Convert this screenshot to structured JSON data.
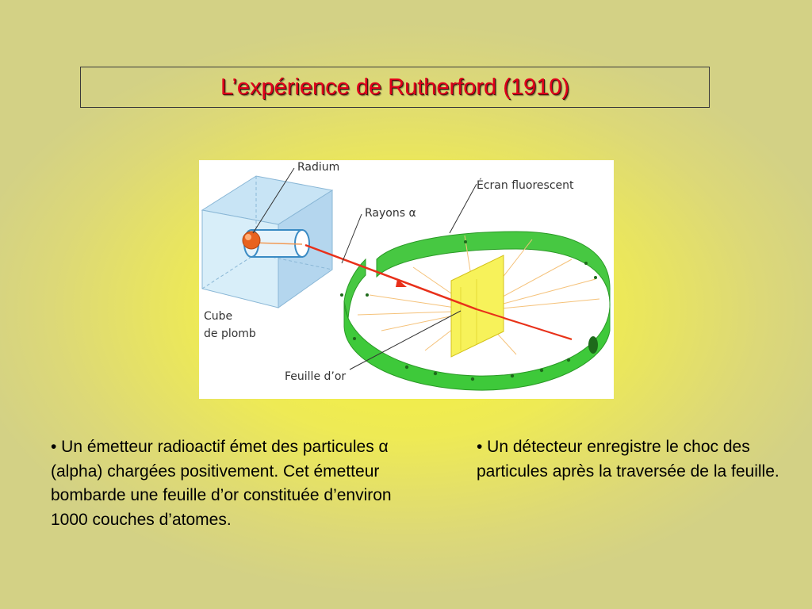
{
  "slide": {
    "title": "L’expérience de Rutherford (1910)"
  },
  "figure": {
    "labels": {
      "radium": "Radium",
      "screen": "Écran fluorescent",
      "rays": "Rayons α",
      "cube_line1": "Cube",
      "cube_line2": "de plomb",
      "foil": "Feuille d’or"
    },
    "colors": {
      "ring": "#3ec93a",
      "ring_dark": "#2aa526",
      "foil": "#f7f25a",
      "beam": "#e8301a",
      "cube": "#d6ecf8"
    }
  },
  "text": {
    "left": "• Un émetteur radioactif émet des particules α (alpha) chargées positivement. Cet émetteur bombarde une feuille d’or constituée d’environ 1000 couches d’atomes.",
    "right": "• Un détecteur enregistre le choc des particules après la traversée de la feuille."
  }
}
